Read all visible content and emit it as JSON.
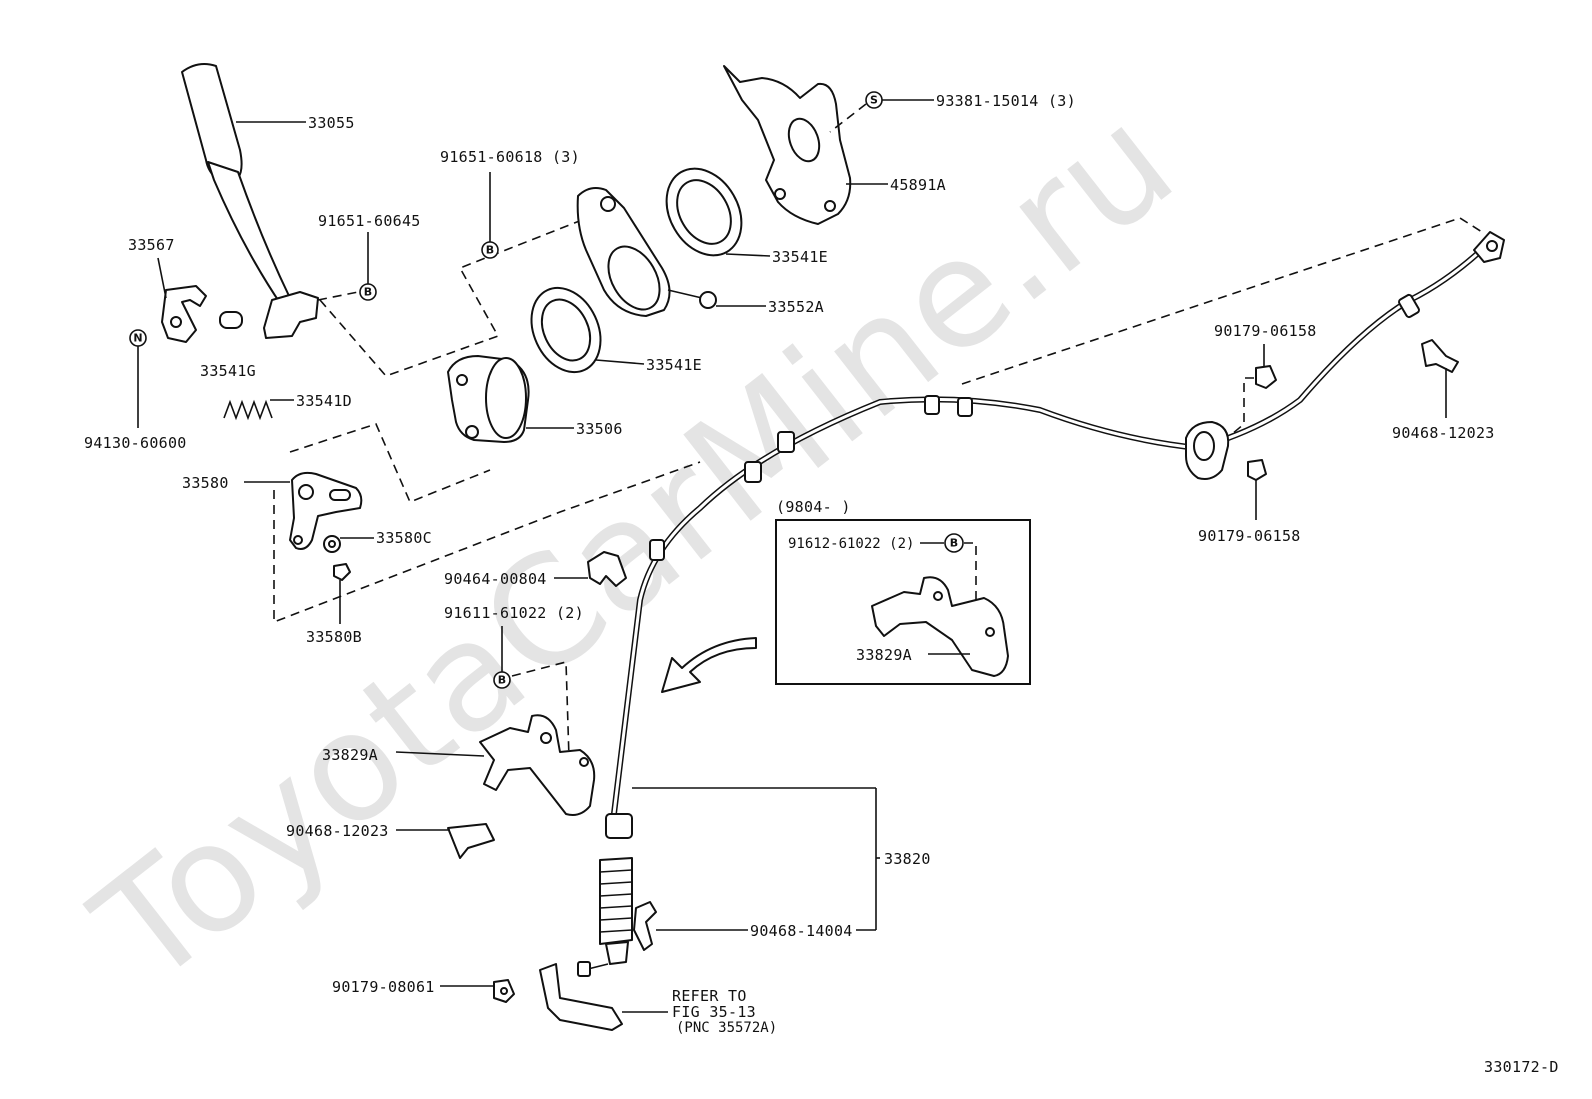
{
  "watermark": "ToyotaCarMine.ru",
  "diagram_id": "330172-D",
  "note": {
    "line1": "REFER TO",
    "line2": "FIG 35-13",
    "line3": "(PNC 35572A)"
  },
  "inset": {
    "date_range": "(9804-      )",
    "bolt_label": "91612-61022 (2)",
    "bolt_symbol": "B",
    "part_label": "33829A"
  },
  "symbols": {
    "bolt": "B",
    "nut": "N",
    "screw": "S"
  },
  "labels": {
    "p33055": "33055",
    "p33567": "33567",
    "p94130": "94130-60600",
    "p33541G": "33541G",
    "p33541D": "33541D",
    "p91651_60645": "91651-60645",
    "p91651_60618": "91651-60618 (3)",
    "p33580": "33580",
    "p33580C": "33580C",
    "p33580B": "33580B",
    "p33506": "33506",
    "p33541E_a": "33541E",
    "p33541E_b": "33541E",
    "p33552A": "33552A",
    "p93381": "93381-15014 (3)",
    "p45891A": "45891A",
    "p90179_06158_a": "90179-06158",
    "p90179_06158_b": "90179-06158",
    "p90468_12023_a": "90468-12023",
    "p90464": "90464-00804",
    "p91611": "91611-61022 (2)",
    "p33829A": "33829A",
    "p90468_12023_b": "90468-12023",
    "p33820": "33820",
    "p90468_14004": "90468-14004",
    "p90179_08061": "90179-08061"
  }
}
